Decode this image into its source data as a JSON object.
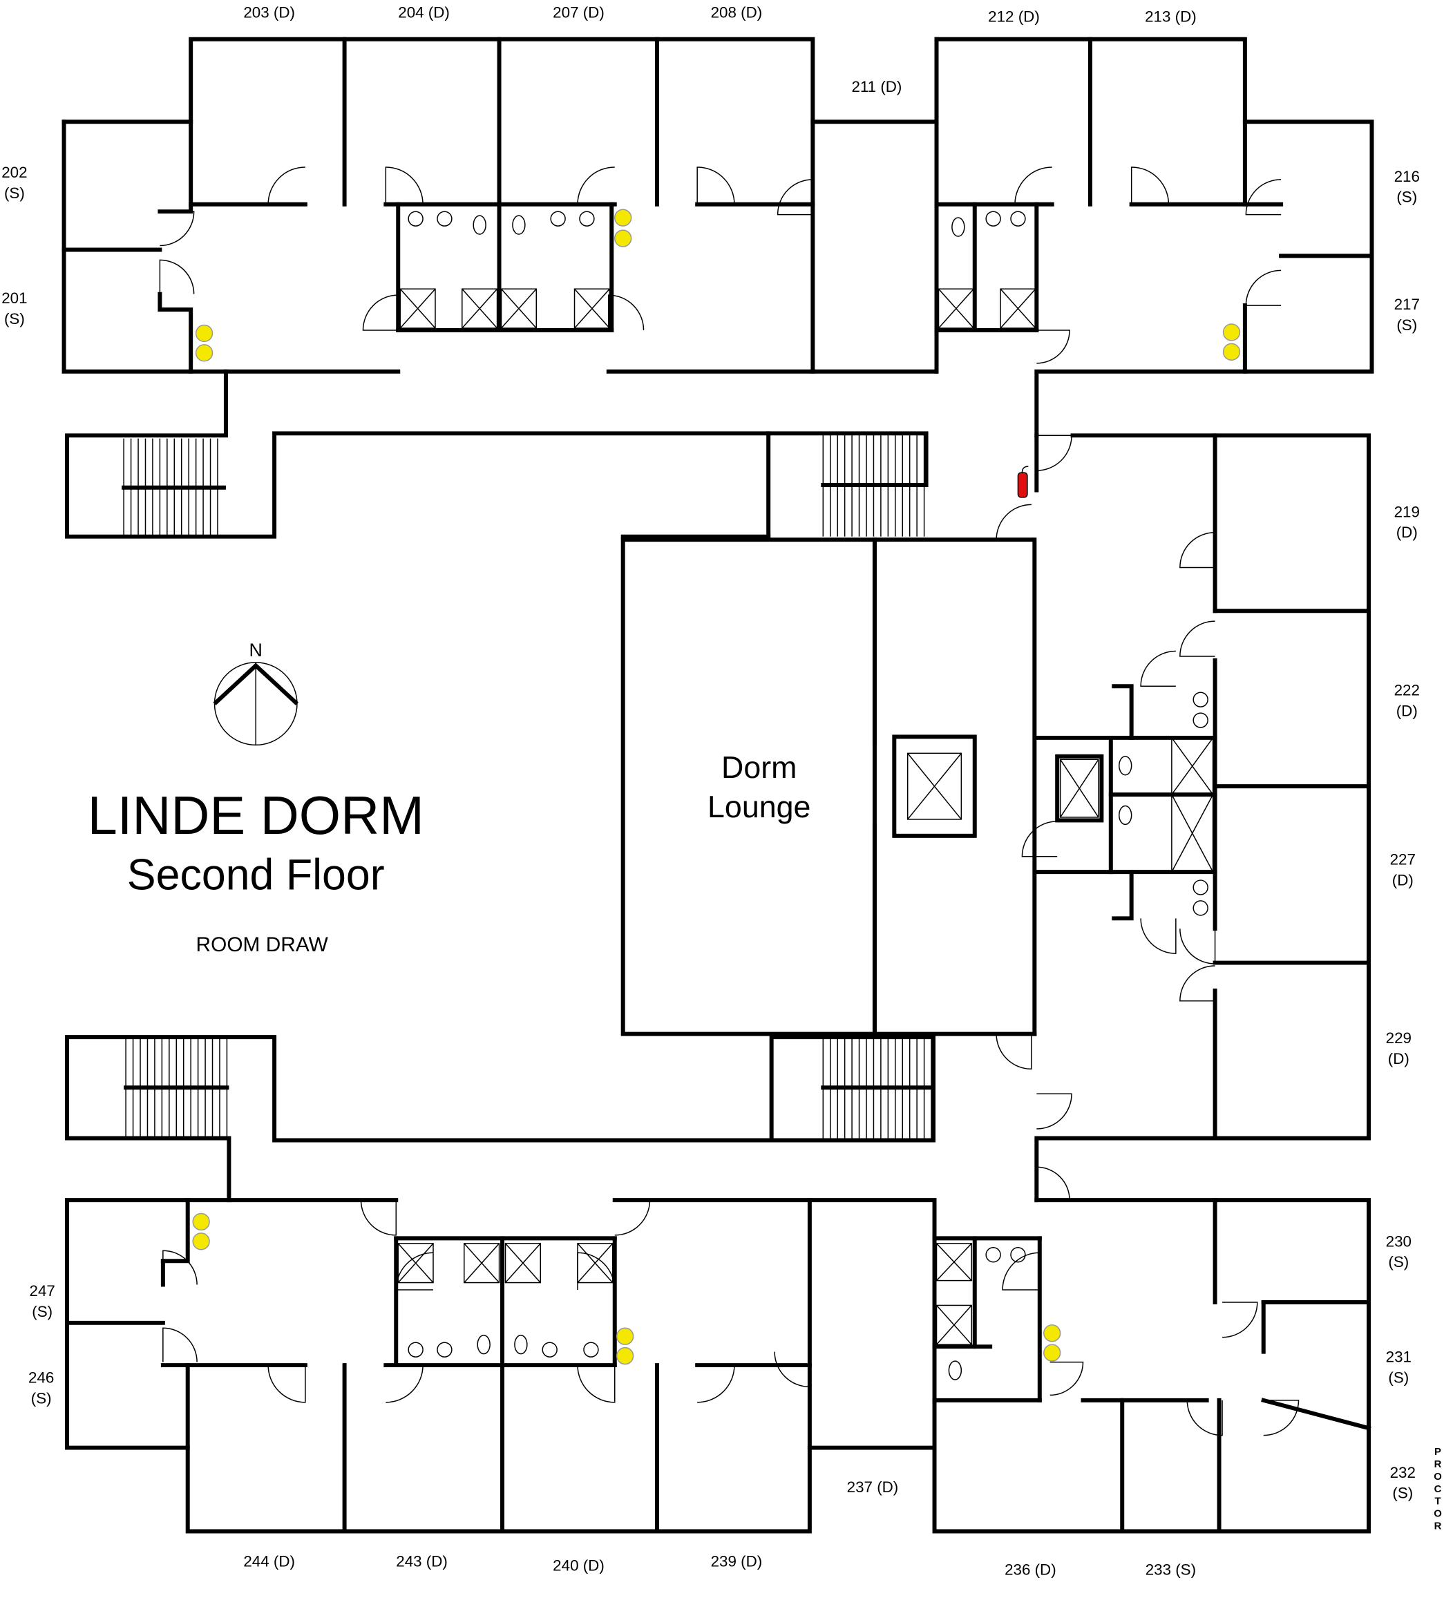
{
  "title": "LINDE DORM",
  "subtitle": "Second Floor",
  "caption": "ROOM DRAW",
  "compass_label": "N",
  "lounge": [
    "Dorm",
    "Lounge"
  ],
  "proctor": [
    "P",
    "R",
    "O",
    "C",
    "T",
    "O",
    "R"
  ],
  "rooms": {
    "r203": "203 (D)",
    "r204": "204 (D)",
    "r207": "207 (D)",
    "r208": "208 (D)",
    "r211": "211 (D)",
    "r212": "212 (D)",
    "r213": "213 (D)",
    "r202": [
      "202",
      "(S)"
    ],
    "r201": [
      "201",
      "(S)"
    ],
    "r216": [
      "216",
      "(S)"
    ],
    "r217": [
      "217",
      "(S)"
    ],
    "r219": [
      "219",
      "(D)"
    ],
    "r222": [
      "222",
      "(D)"
    ],
    "r227": [
      "227",
      "(D)"
    ],
    "r229": [
      "229",
      "(D)"
    ],
    "r230": [
      "230",
      "(S)"
    ],
    "r231": [
      "231",
      "(S)"
    ],
    "r232": [
      "232",
      "(S)"
    ],
    "r247": [
      "247",
      "(S)"
    ],
    "r246": [
      "246",
      "(S)"
    ],
    "r244": "244 (D)",
    "r243": "243 (D)",
    "r240": "240 (D)",
    "r239": "239 (D)",
    "r237": "237 (D)",
    "r236": "236 (D)",
    "r233": "233 (S)"
  },
  "colors": {
    "wall": "#000000",
    "marker": "#f5e800",
    "extinguisher": "#e01010"
  }
}
